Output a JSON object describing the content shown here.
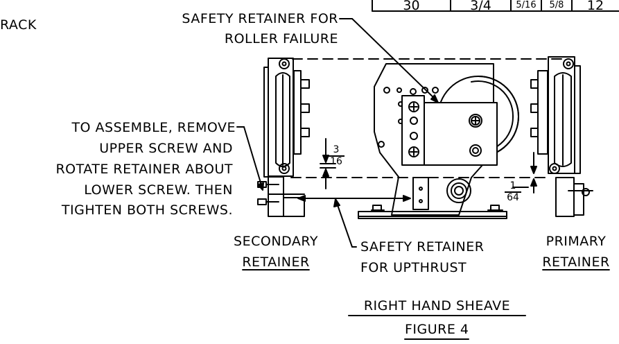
{
  "labels": {
    "track_fragment": "RACK",
    "safety_roller_line1": "SAFETY RETAINER FOR",
    "safety_roller_line2": "ROLLER FAILURE",
    "assemble_line1": "TO ASSEMBLE, REMOVE",
    "assemble_line2": "UPPER SCREW AND",
    "assemble_line3": "ROTATE RETAINER ABOUT",
    "assemble_line4": "LOWER SCREW. THEN",
    "assemble_line5": "TIGHTEN BOTH SCREWS.",
    "secondary_line1": "SECONDARY",
    "secondary_line2": "RETAINER",
    "upthrust_line1": "SAFETY RETAINER",
    "upthrust_line2": "FOR UPTHRUST",
    "primary_line1": "PRIMARY",
    "primary_line2": "RETAINER",
    "caption_title": "RIGHT HAND SHEAVE",
    "caption_figure": "FIGURE 4"
  },
  "dimensions": {
    "gap_3_16": {
      "num": "3",
      "den": "16"
    },
    "gap_1_64": {
      "num": "1",
      "den": "64"
    }
  },
  "table_fragment": {
    "cells": [
      "30",
      "3/4",
      "5/16",
      "5/8",
      "12"
    ]
  }
}
